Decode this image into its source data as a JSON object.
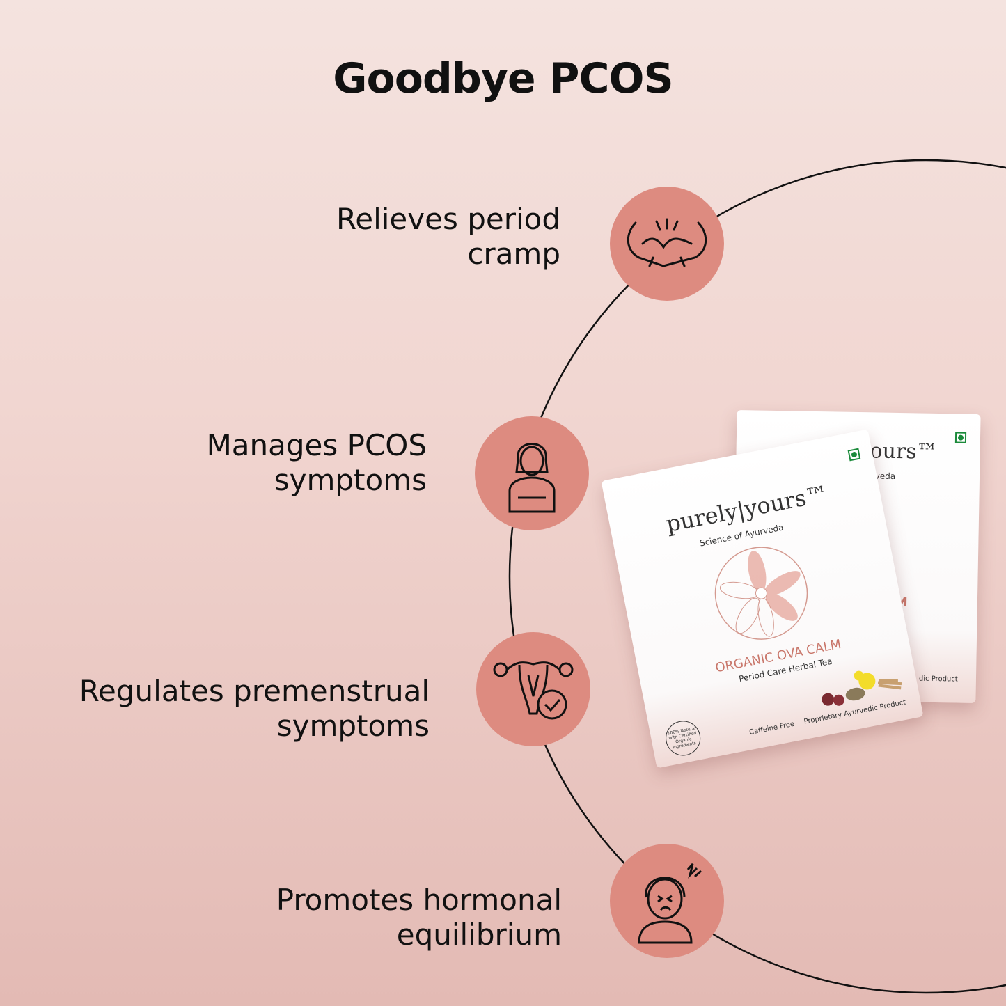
{
  "title": "Goodbye PCOS",
  "benefits": [
    {
      "label": "Relieves period\ncramp",
      "icon": "cramp-icon"
    },
    {
      "label": "Manages PCOS\nsymptoms",
      "icon": "woman-icon"
    },
    {
      "label": "Regulates premenstrual\nsymptoms",
      "icon": "uterus-check-icon"
    },
    {
      "label": "Promotes  hormonal\nequilibrium",
      "icon": "stressed-face-icon"
    }
  ],
  "product": {
    "brand": "purely|yours™",
    "brand_back": "yours™",
    "tagline": "Science of Ayurveda",
    "tagline_back": "yurveda",
    "name": "ORGANIC OVA CALM",
    "name_back": "LM",
    "subtitle": "Period Care Herbal Tea",
    "badge": "100% Natural with Certified Organic Ingredients",
    "caffeine": "Caffeine Free",
    "footer": "Proprietary Ayurvedic Product",
    "footer_back": "dic Product",
    "accent": "#c9776b"
  },
  "colors": {
    "badge": "#dd8b80",
    "line": "#111111"
  }
}
